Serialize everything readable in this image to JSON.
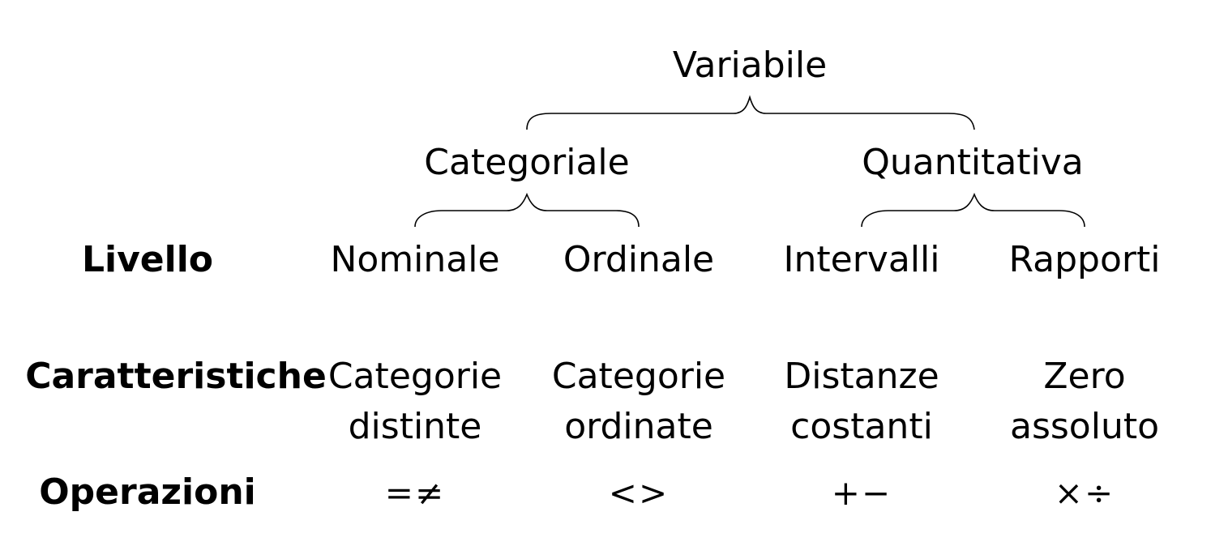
{
  "root": {
    "label": "Variabile"
  },
  "groups": [
    {
      "label": "Categoriale"
    },
    {
      "label": "Quantitativa"
    }
  ],
  "row_headers": {
    "level": "Livello",
    "characteristics": "Caratteristiche",
    "operations": "Operazioni"
  },
  "levels": [
    {
      "name": "Nominale",
      "char_line1": "Categorie",
      "char_line2": "distinte",
      "ops": "=≠"
    },
    {
      "name": "Ordinale",
      "char_line1": "Categorie",
      "char_line2": "ordinate",
      "ops": "<>"
    },
    {
      "name": "Intervalli",
      "char_line1": "Distanze",
      "char_line2": "costanti",
      "ops": "+−"
    },
    {
      "name": "Rapporti",
      "char_line1": "Zero",
      "char_line2": "assoluto",
      "ops": "×÷"
    }
  ]
}
